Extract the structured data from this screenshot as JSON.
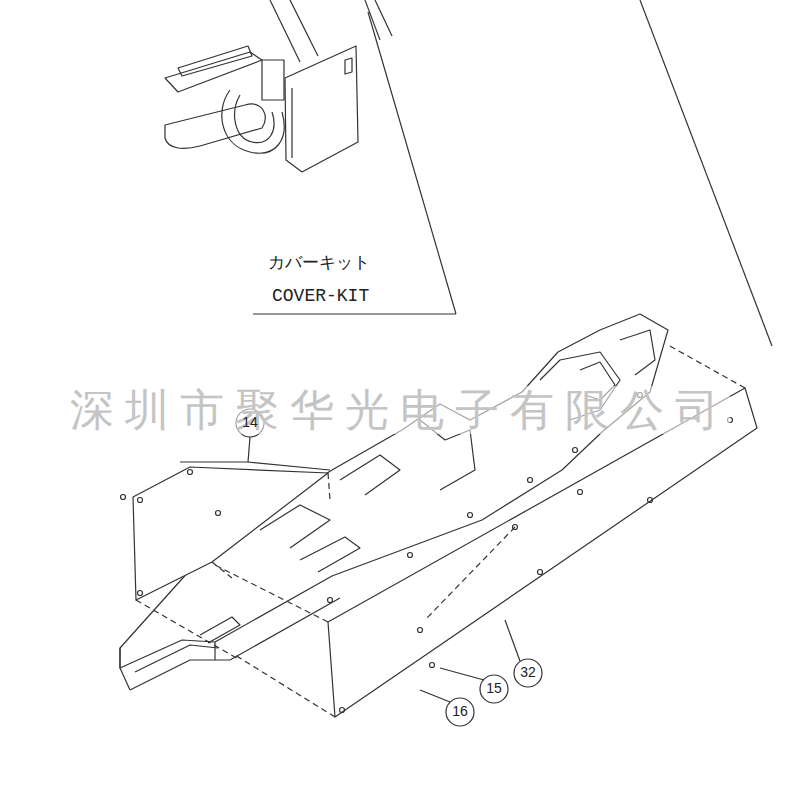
{
  "diagram": {
    "labels": [
      "カバーキット",
      "COVER-KIT",
      "深圳市聚华光电子有限公司",
      "14",
      "32",
      "15",
      "16"
    ]
  }
}
